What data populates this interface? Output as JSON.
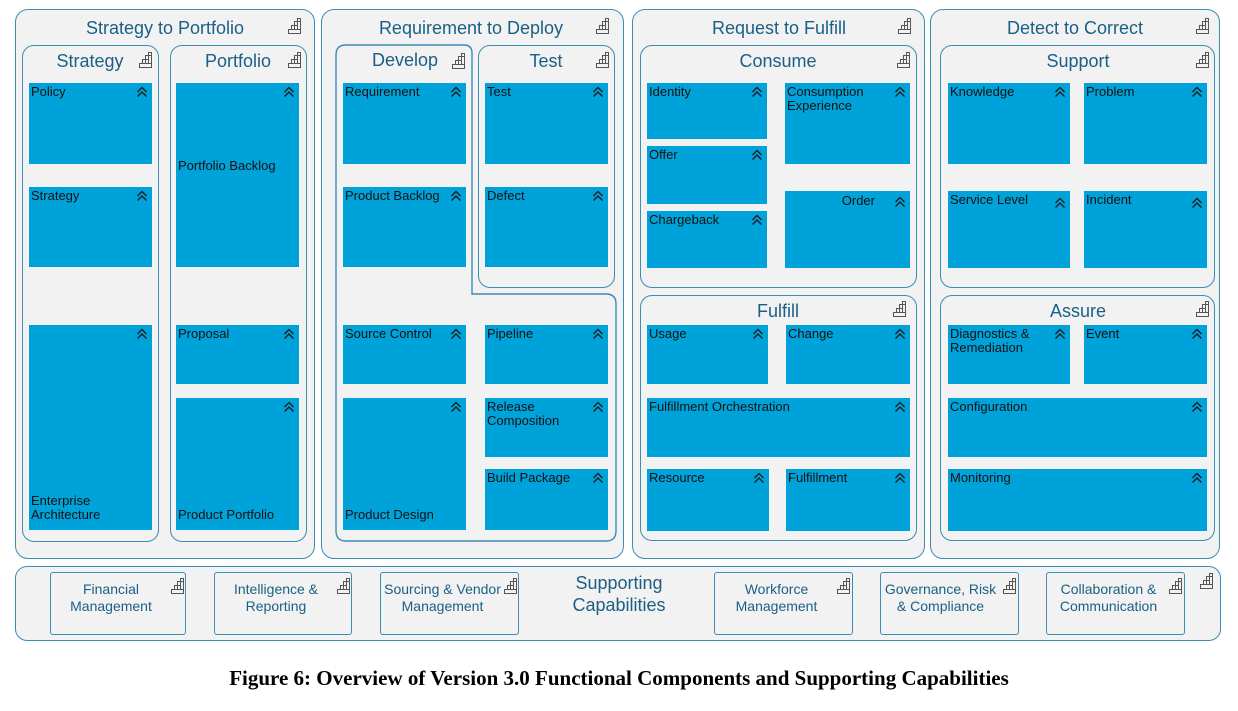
{
  "streams": {
    "s2p": {
      "title": "Strategy to Portfolio"
    },
    "r2d": {
      "title": "Requirement to Deploy"
    },
    "r2f": {
      "title": "Request to Fulfill"
    },
    "d2c": {
      "title": "Detect to Correct"
    }
  },
  "groups": {
    "strategy": {
      "title": "Strategy"
    },
    "portfolio": {
      "title": "Portfolio"
    },
    "develop": {
      "title": "Develop"
    },
    "test": {
      "title": "Test"
    },
    "consume": {
      "title": "Consume"
    },
    "fulfill": {
      "title": "Fulfill"
    },
    "support": {
      "title": "Support"
    },
    "assure": {
      "title": "Assure"
    }
  },
  "components": {
    "policy": "Policy",
    "strategy": "Strategy",
    "enterprise_architecture": "Enterprise Architecture",
    "portfolio_backlog": "Portfolio Backlog",
    "proposal": "Proposal",
    "product_portfolio": "Product Portfolio",
    "requirement": "Requirement",
    "product_backlog": "Product Backlog",
    "source_control": "Source Control",
    "product_design": "Product Design",
    "test": "Test",
    "defect": "Defect",
    "pipeline": "Pipeline",
    "release_composition": "Release Composition",
    "build_package": "Build Package",
    "identity": "Identity",
    "offer": "Offer",
    "chargeback": "Chargeback",
    "consumption_experience": "Consumption Experience",
    "order": "Order",
    "usage": "Usage",
    "change": "Change",
    "fulfillment_orchestration": "Fulfillment Orchestration",
    "resource": "Resource",
    "fulfillment": "Fulfillment",
    "knowledge": "Knowledge",
    "problem": "Problem",
    "service_level": "Service Level",
    "incident": "Incident",
    "diagnostics_remediation": "Diagnostics & Remediation",
    "event": "Event",
    "configuration": "Configuration",
    "monitoring": "Monitoring"
  },
  "supporting": {
    "title": "Supporting Capabilities",
    "financial_management": "Financial Management",
    "intelligence_reporting": "Intelligence & Reporting",
    "sourcing_vendor_management": "Sourcing & Vendor Management",
    "workforce_management": "Workforce Management",
    "governance_risk_compliance": "Governance, Risk & Compliance",
    "collaboration_communication": "Collaboration & Communication"
  },
  "caption": "Figure 6: Overview of Version 3.0 Functional Components and Supporting Capabilities",
  "colors": {
    "component_fill": "#00a3d9",
    "border": "#3a8db5",
    "title_text": "#1b5f86",
    "panel_bg": "#f2f2f2"
  },
  "icons": {
    "stream_icon": "building-blocks-icon",
    "component_icon": "chevron-up-double-icon"
  }
}
